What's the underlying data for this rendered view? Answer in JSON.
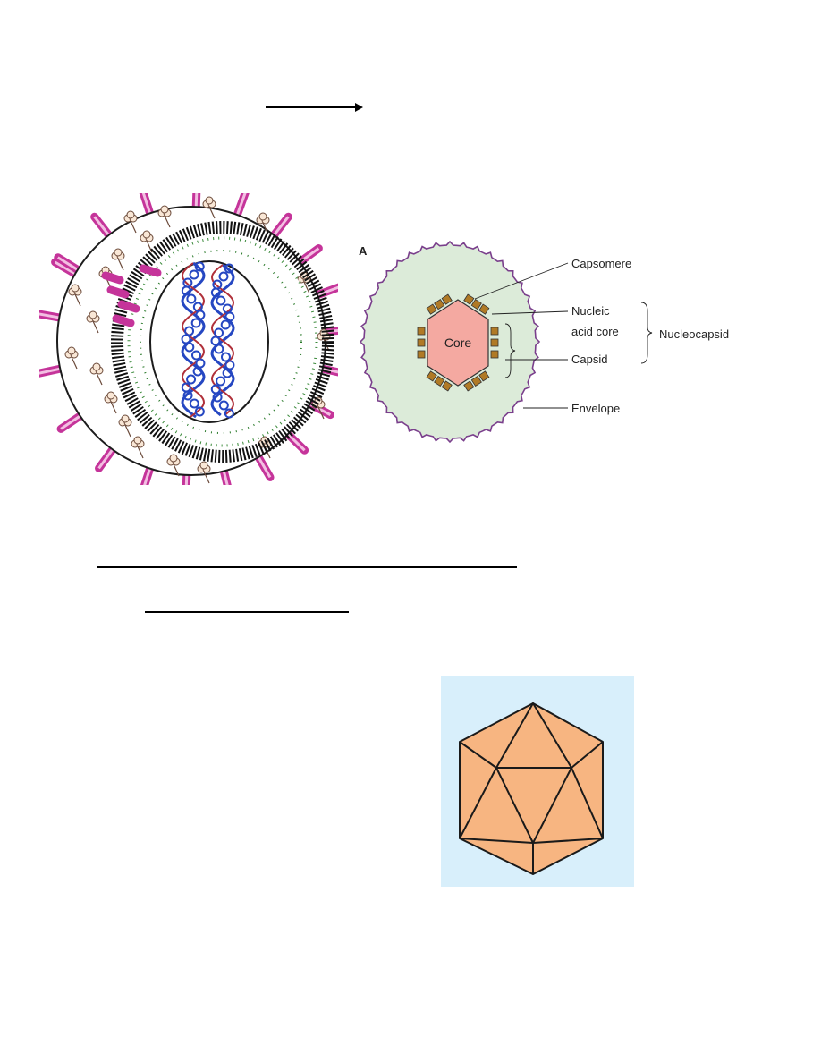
{
  "schematic": {
    "panel_letter": "A",
    "core_label": "Core",
    "labels": {
      "capsomere": "Capsomere",
      "nucleic_line1": "Nucleic",
      "nucleic_line2": "acid core",
      "capsid": "Capsid",
      "envelope": "Envelope",
      "nucleocapsid": "Nucleocapsid"
    }
  },
  "colors": {
    "envelope_fill": "#dcebd9",
    "envelope_spikes": "#7a3f8c",
    "core_fill": "#f4a9a1",
    "capsomere_fill": "#b07a26",
    "spike_magenta": "#c5349a",
    "rna_blue": "#2547c2",
    "icosahedron_fill": "#f7b581",
    "icosahedron_bg": "#d8effb"
  }
}
